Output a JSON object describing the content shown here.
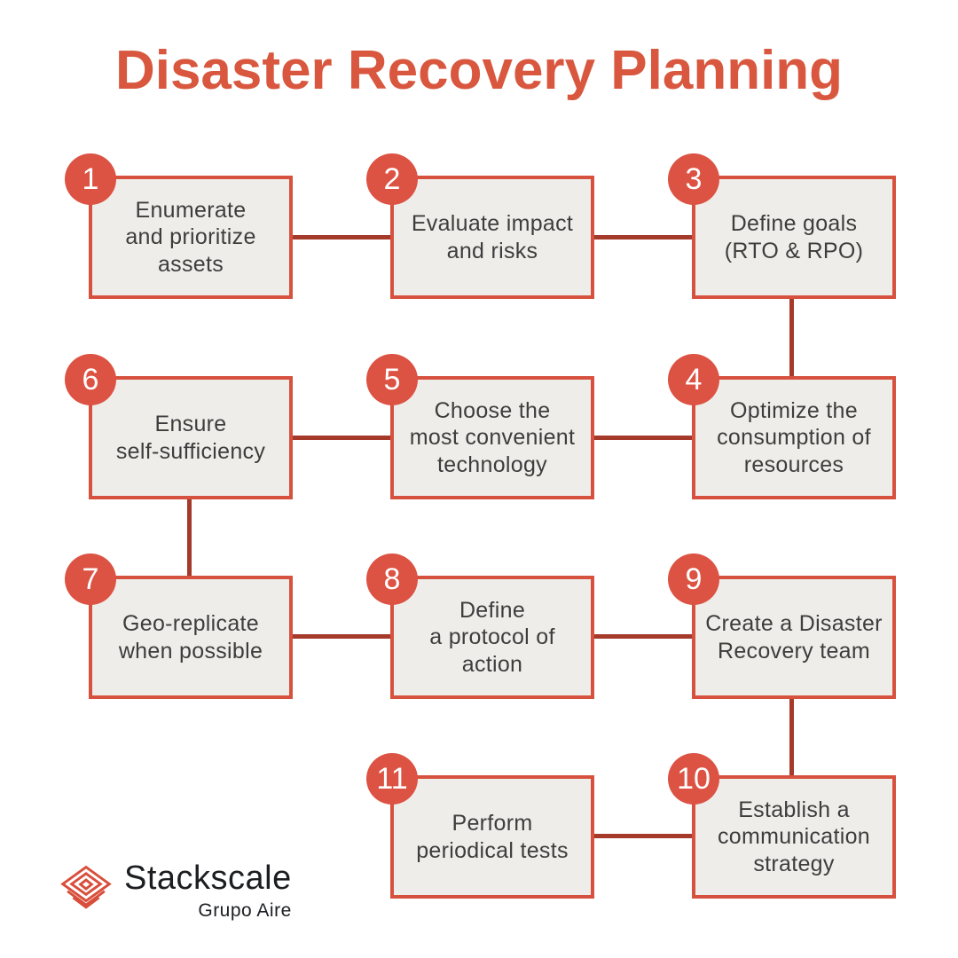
{
  "title": "Disaster Recovery Planning",
  "steps": [
    {
      "number": "1",
      "label": "Enumerate\nand prioritize\nassets"
    },
    {
      "number": "2",
      "label": "Evaluate impact\nand risks"
    },
    {
      "number": "3",
      "label": "Define goals\n(RTO & RPO)"
    },
    {
      "number": "4",
      "label": "Optimize the\nconsumption of\nresources"
    },
    {
      "number": "5",
      "label": "Choose the\nmost convenient\ntechnology"
    },
    {
      "number": "6",
      "label": "Ensure\nself-sufficiency"
    },
    {
      "number": "7",
      "label": "Geo-replicate\nwhen possible"
    },
    {
      "number": "8",
      "label": "Define\na protocol of\naction"
    },
    {
      "number": "9",
      "label": "Create a Disaster\nRecovery team"
    },
    {
      "number": "10",
      "label": "Establish a\ncommunication\nstrategy"
    },
    {
      "number": "11",
      "label": "Perform\nperiodical tests"
    }
  ],
  "logo": {
    "brand": "Stackscale",
    "subbrand": "Grupo Aire"
  },
  "colors": {
    "title": "#D8573E",
    "badge": "#DC5243",
    "box_border": "#D6523F",
    "box_fill": "#EFEDEA",
    "connector": "#A53A2B",
    "step_text": "#3D3D3D",
    "logo_red": "#D94E3B",
    "logo_text": "#1C1E21"
  }
}
